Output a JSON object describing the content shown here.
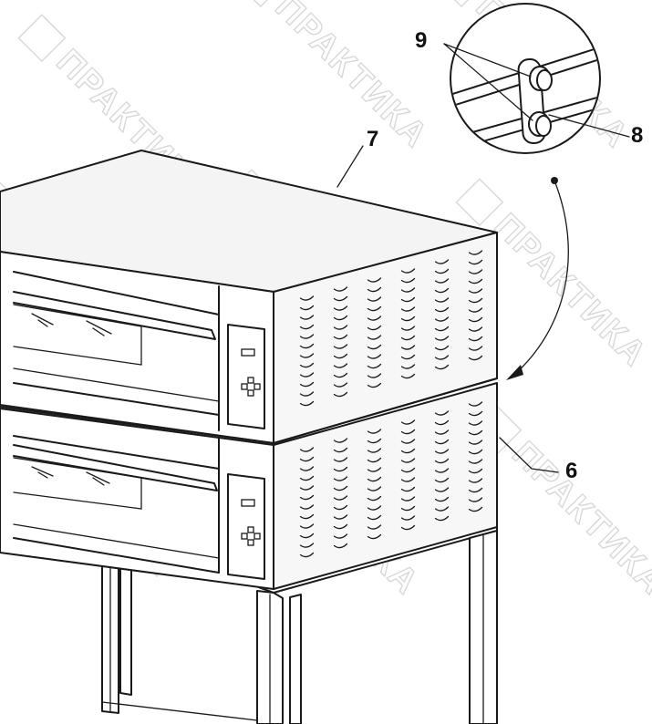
{
  "watermark": {
    "text": "ПРАКТИКА"
  },
  "callouts": {
    "label_9": "9",
    "label_8": "8",
    "label_7": "7",
    "label_6": "6"
  },
  "colors": {
    "line": "#1a1a1a",
    "watermark": "#d8d8d8",
    "background": "#ffffff"
  }
}
